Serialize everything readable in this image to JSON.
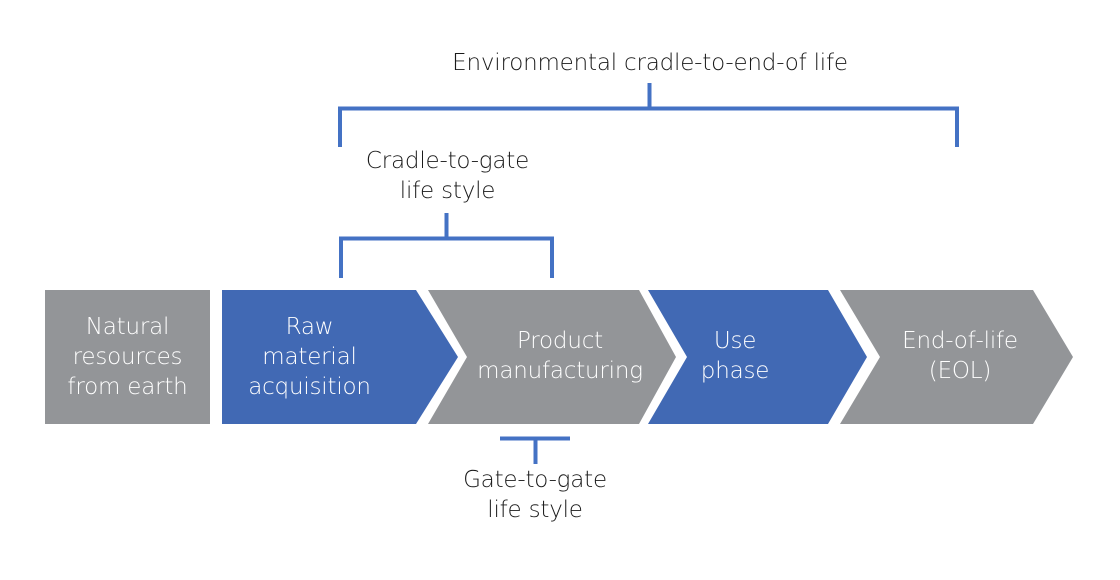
{
  "title": "Environmental cradle-to-end-of life",
  "colors": {
    "blue": "#4169b4",
    "gray": "#939598",
    "bracket": "#4472c4",
    "text_dark": "#1a1a1a",
    "text_light": "#ffffff"
  },
  "stages": [
    {
      "id": "natural-resources",
      "lines": [
        "Natural",
        "resources",
        "from earth"
      ],
      "color": "gray",
      "shape": "rectangle"
    },
    {
      "id": "raw-material",
      "lines": [
        "Raw",
        "material",
        "acquisition"
      ],
      "color": "blue",
      "shape": "chevron-first"
    },
    {
      "id": "product-manufacturing",
      "lines": [
        "Product",
        "manufacturing"
      ],
      "color": "gray",
      "shape": "chevron"
    },
    {
      "id": "use-phase",
      "lines": [
        "Use",
        "phase"
      ],
      "color": "blue",
      "shape": "chevron"
    },
    {
      "id": "end-of-life",
      "lines": [
        "End-of-life",
        "(EOL)"
      ],
      "color": "gray",
      "shape": "chevron"
    }
  ],
  "brackets": {
    "cradle_to_end": {
      "lines": [
        "Environmental cradle-to-end-of life"
      ],
      "spans": [
        "raw-material",
        "end-of-life"
      ]
    },
    "cradle_to_gate": {
      "lines": [
        "Cradle-to-gate",
        "life style"
      ],
      "spans": [
        "raw-material",
        "product-manufacturing"
      ]
    },
    "gate_to_gate": {
      "lines": [
        "Gate-to-gate",
        "life style"
      ],
      "spans": [
        "product-manufacturing"
      ]
    }
  }
}
